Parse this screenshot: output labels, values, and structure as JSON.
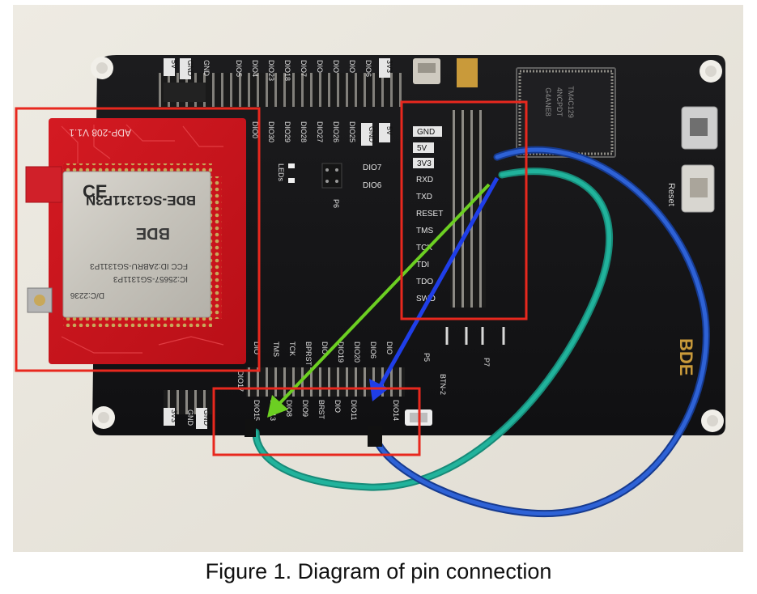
{
  "figure": {
    "caption": "Figure 1. Diagram of pin connection"
  },
  "module": {
    "model": "BDE-SG1311P3N",
    "brand_logo": "BDE",
    "fcc_id": "FCC ID:2ABRU-SG1311P3",
    "ic": "IC:25657-SG1311P3",
    "date_code": "D/C:2236",
    "adapter_label": "ADP-208 V1.1",
    "ce_mark": "CE"
  },
  "board": {
    "brand": "BDE",
    "chip_lines": [
      "TM4C129",
      "4NCPDT",
      "G4ANE8"
    ],
    "reset_label": "Reset",
    "top_pin_labels": [
      "5V",
      "GND",
      "GND",
      "DIO5",
      "DIO4",
      "DIO23",
      "DIO18",
      "DIO7",
      "DIO",
      "DIO",
      "DIO",
      "DIO6",
      "3V3"
    ],
    "mid_pin_labels": [
      "DIO0",
      "DIO30",
      "DIO29",
      "DIO28",
      "DIO27",
      "DIO26",
      "DIO25",
      "GND",
      "5V"
    ],
    "leds_label": "LEDs",
    "p6_label": "P6",
    "dio7_label": "DIO7",
    "dio6_label": "DIO6",
    "jtag_pins": [
      "GND",
      "5V",
      "3V3",
      "RXD",
      "TXD",
      "RESET",
      "TMS",
      "TCK",
      "TDI",
      "TDO",
      "SWO"
    ],
    "bottom_pin_labels_top": [
      "DIO",
      "TMS",
      "TCK",
      "BPRST",
      "DIO",
      "DIO19",
      "DIO20",
      "DIO6",
      "DIO"
    ],
    "bottom_pin_labels_bottom": [
      "DIO17",
      "DIO15",
      "DIO13",
      "DIO8",
      "DIO9",
      "BRST",
      "DIO",
      "DIO11",
      "DIO14"
    ],
    "p5_label": "P5",
    "btn_label": "BTN-2",
    "p7_label": "P7",
    "lower_left_labels": [
      "3V3",
      "GND",
      "GND"
    ]
  },
  "annotations": {
    "highlight_color": "#e8281e",
    "green_arrow_color": "#6ccf22",
    "blue_arrow_color": "#1f3ee8",
    "teal_wire_color": "#1aa58f",
    "blue_wire_color": "#2456c8"
  }
}
